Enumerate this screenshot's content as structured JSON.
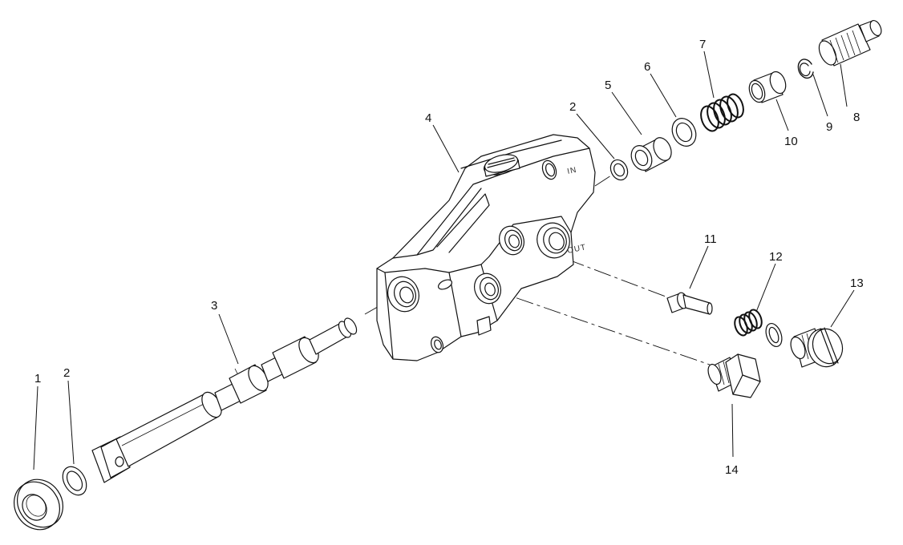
{
  "callouts": {
    "c1": "1",
    "c2a": "2",
    "c2b": "2",
    "c3": "3",
    "c4": "4",
    "c5": "5",
    "c6": "6",
    "c7": "7",
    "c8": "8",
    "c9": "9",
    "c10": "10",
    "c11": "11",
    "c12": "12",
    "c13": "13",
    "c14": "14"
  },
  "port_labels": {
    "in": "IN",
    "out": "OUT"
  }
}
